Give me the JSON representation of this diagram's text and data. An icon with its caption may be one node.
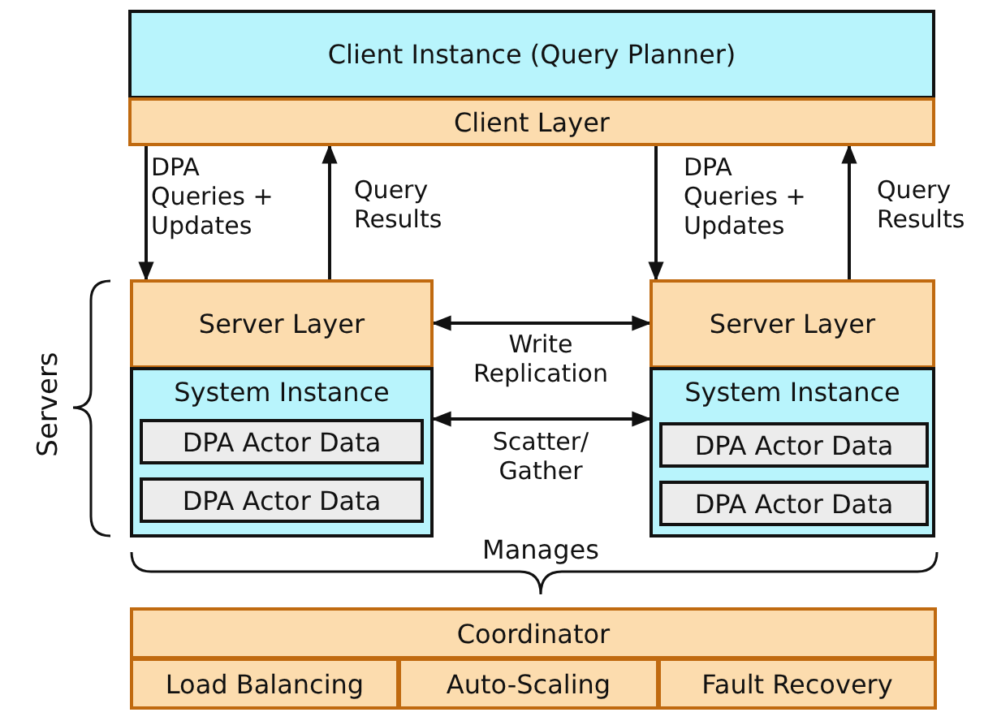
{
  "diagram": {
    "nodes": [
      {
        "text": [
          "Client Instance (Query Planner)"
        ]
      },
      {
        "text": [
          "Client Layer"
        ]
      },
      {
        "text": [
          "Server Layer"
        ]
      },
      {
        "text": [
          "System Instance"
        ]
      },
      {
        "text": [
          "DPA Actor Data"
        ],
        "in": 3
      },
      {
        "text": [
          "DPA Actor Data"
        ],
        "in": 3
      },
      {
        "text": [
          "Server Layer"
        ]
      },
      {
        "text": [
          "System Instance"
        ]
      },
      {
        "text": [
          "DPA Actor Data"
        ],
        "in": 7
      },
      {
        "text": [
          "DPA Actor Data"
        ],
        "in": 7
      },
      {
        "text": [
          "Coordinator"
        ]
      },
      {
        "text": [
          "Load Balancing"
        ]
      },
      {
        "text": [
          "Auto-Scaling"
        ]
      },
      {
        "text": [
          "Fault Recovery"
        ]
      }
    ],
    "edges": [
      {
        "from": 1,
        "to": 2,
        "arrow": "to",
        "label": "DPA Queries + Updates"
      },
      {
        "from": 2,
        "to": 1,
        "arrow": "to",
        "label": "Query Results"
      },
      {
        "from": 1,
        "to": 6,
        "arrow": "to",
        "label": "DPA Queries + Updates"
      },
      {
        "from": 6,
        "to": 1,
        "arrow": "to",
        "label": "Query Results"
      },
      {
        "from": 2,
        "to": 6,
        "arrow": "both",
        "label": "Write Replication"
      },
      {
        "from": 3,
        "to": 7,
        "arrow": "both",
        "label": "Scatter/ Gather"
      }
    ],
    "labels": [
      "Servers",
      "Manages"
    ]
  }
}
